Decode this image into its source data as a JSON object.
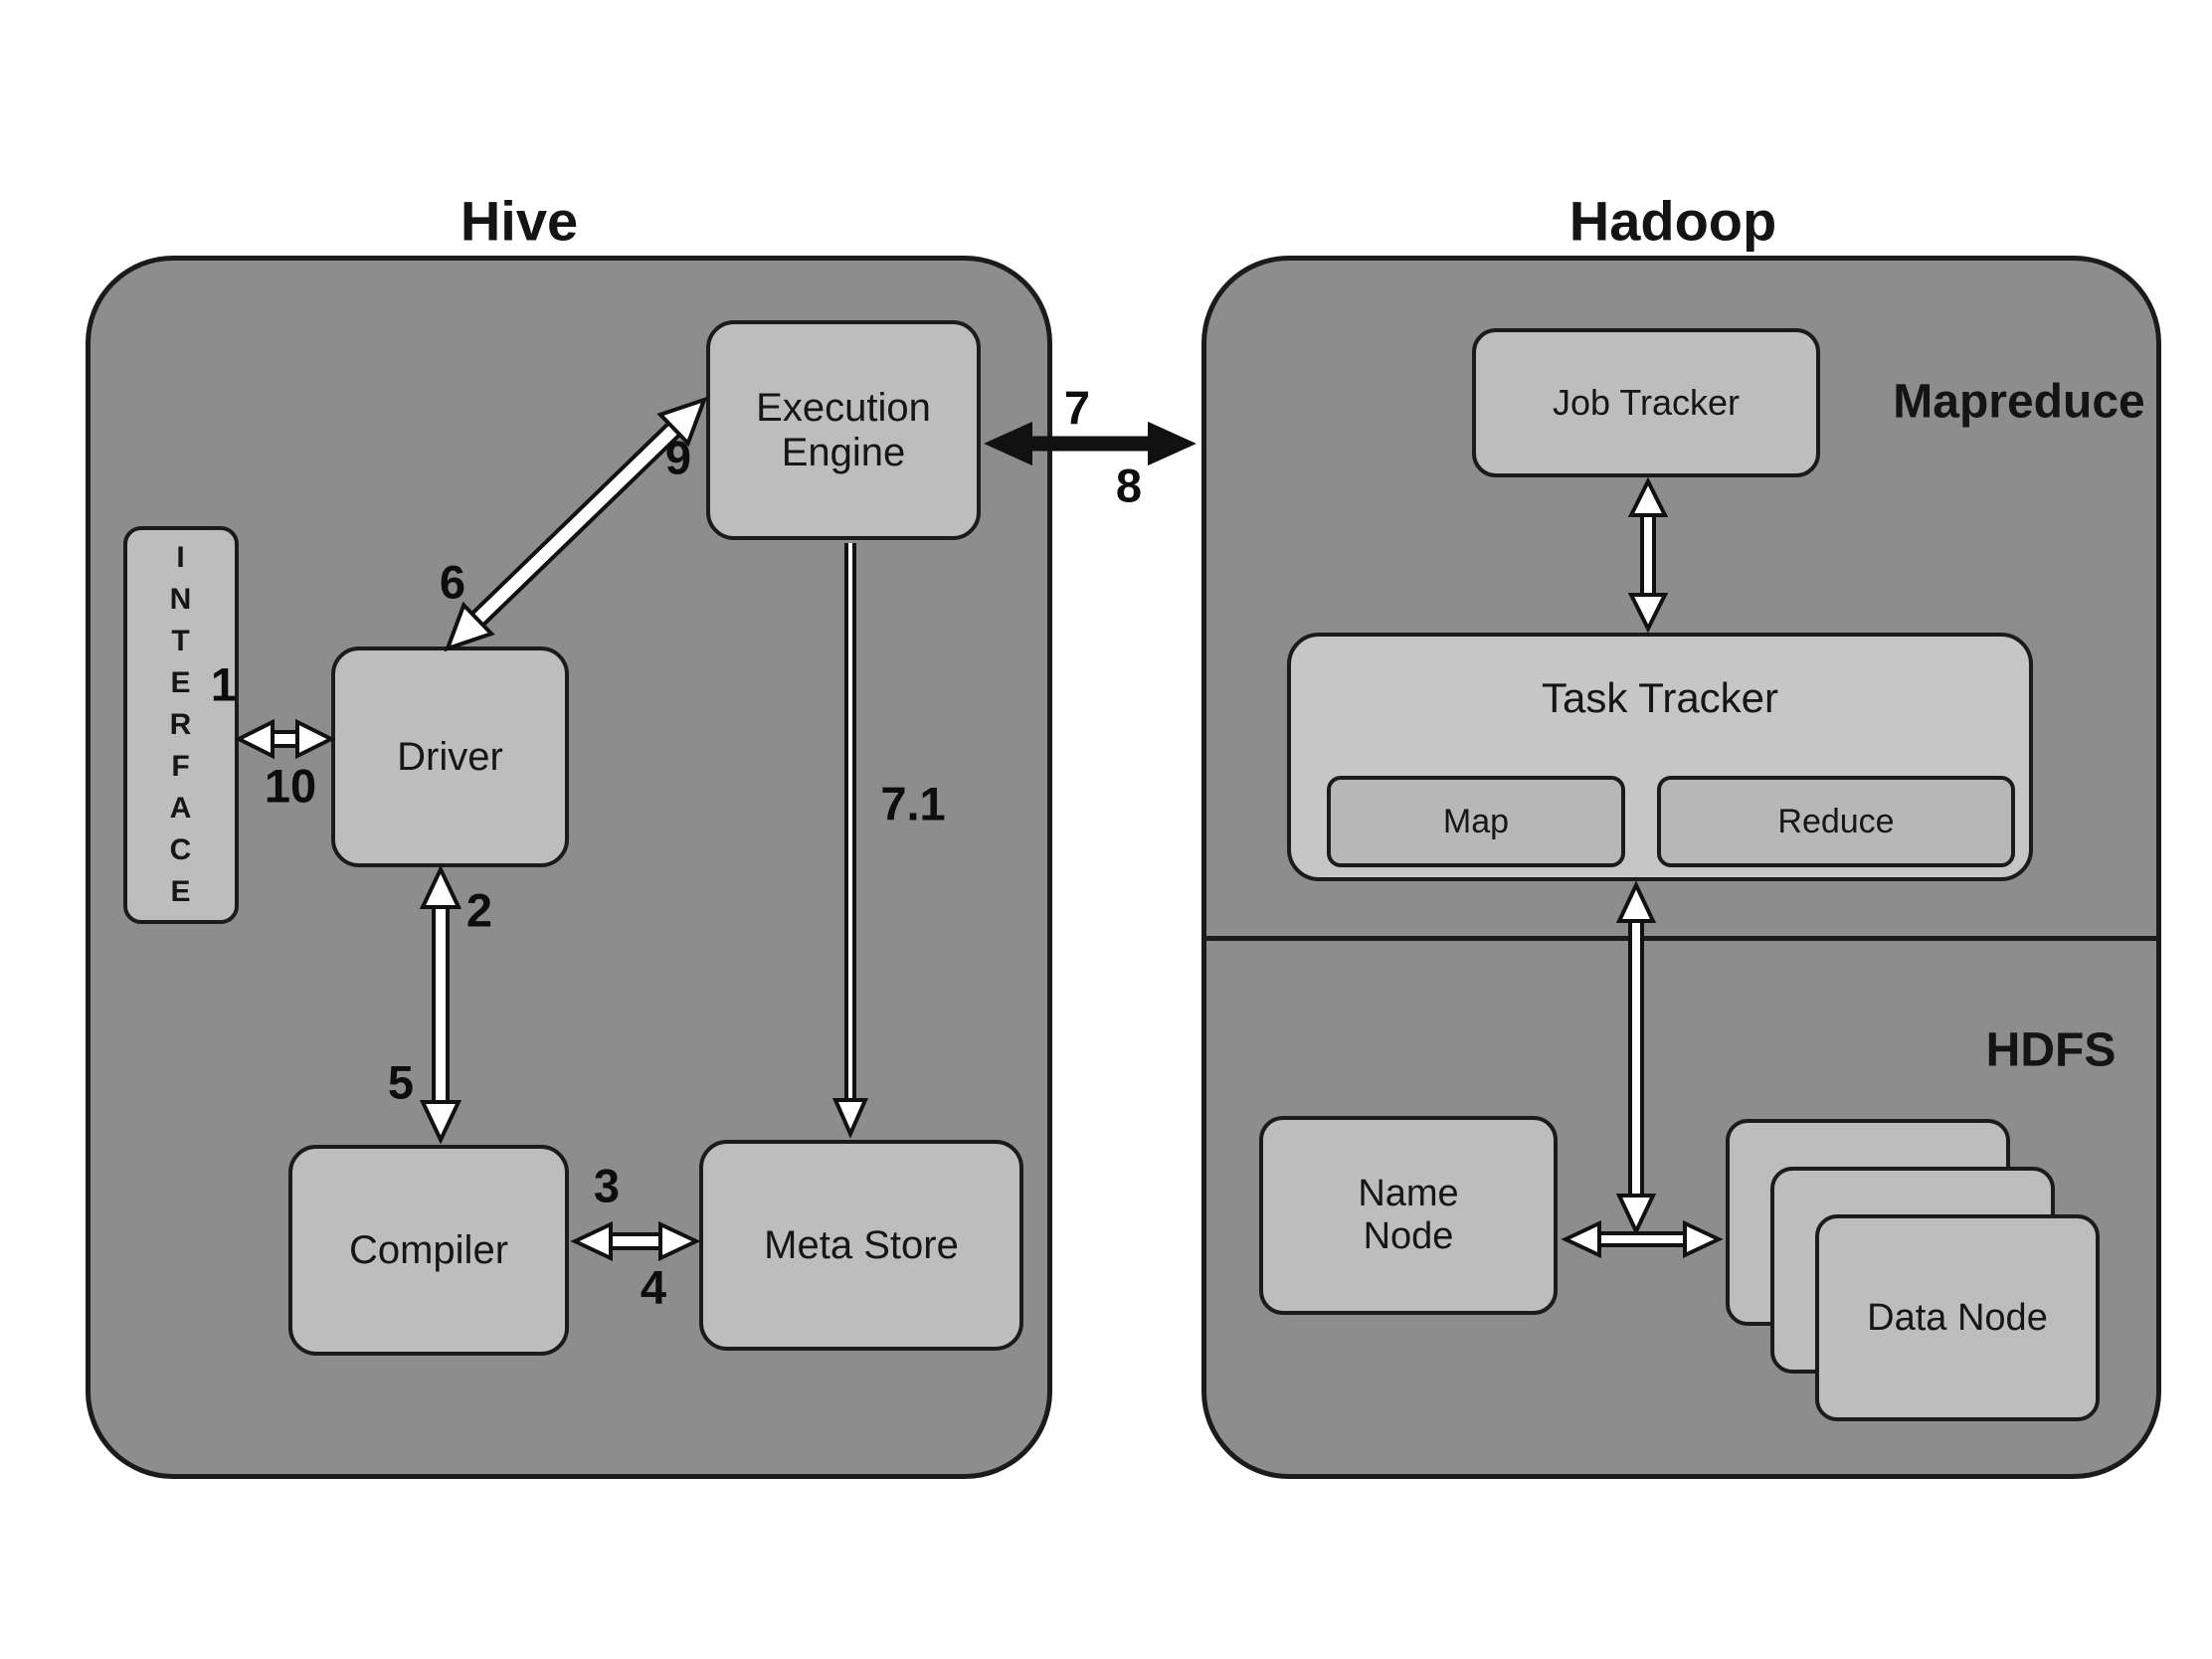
{
  "titles": {
    "hive": "Hive",
    "hadoop": "Hadoop"
  },
  "hive": {
    "interface_label": "INTERFACE",
    "driver_label": "Driver",
    "execution_engine_label": "Execution Engine",
    "compiler_label": "Compiler",
    "meta_store_label": "Meta Store"
  },
  "hadoop": {
    "mapreduce_section_label": "Mapreduce",
    "hdfs_section_label": "HDFS",
    "job_tracker_label": "Job Tracker",
    "task_tracker_label": "Task Tracker",
    "map_label": "Map",
    "reduce_label": "Reduce",
    "name_node_label": "Name Node",
    "data_node_label": "Data Node"
  },
  "arrow_labels": {
    "step1": "1",
    "step2": "2",
    "step3": "3",
    "step4": "4",
    "step5": "5",
    "step6": "6",
    "step7": "7",
    "step8": "8",
    "step9": "9",
    "step10": "10",
    "step7_1": "7.1"
  }
}
